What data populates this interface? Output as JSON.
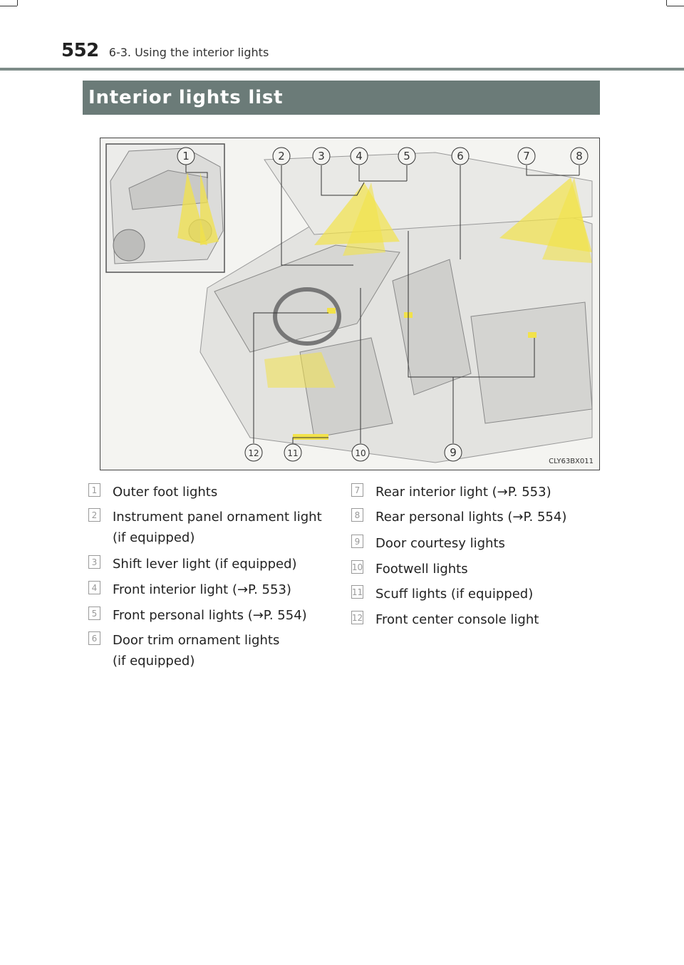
{
  "header": {
    "page_number": "552",
    "section": "6-3. Using the interior lights"
  },
  "banner": {
    "title": "Interior lights list"
  },
  "figure": {
    "code": "CLY63BX011",
    "callouts": [
      "1",
      "2",
      "3",
      "4",
      "5",
      "6",
      "7",
      "8",
      "9",
      "10",
      "11",
      "12"
    ]
  },
  "legend": [
    {
      "num": "1",
      "text": "Outer foot lights"
    },
    {
      "num": "2",
      "text": "Instrument panel ornament light\n(if equipped)"
    },
    {
      "num": "3",
      "text": "Shift lever light (if equipped)"
    },
    {
      "num": "4",
      "text": "Front interior light (→P. 553)"
    },
    {
      "num": "5",
      "text": "Front personal lights (→P. 554)"
    },
    {
      "num": "6",
      "text": "Door trim ornament lights\n(if equipped)"
    },
    {
      "num": "7",
      "text": "Rear interior light (→P. 553)"
    },
    {
      "num": "8",
      "text": "Rear personal lights (→P. 554)"
    },
    {
      "num": "9",
      "text": "Door courtesy lights"
    },
    {
      "num": "10",
      "text": "Footwell lights"
    },
    {
      "num": "11",
      "text": "Scuff lights (if equipped)"
    },
    {
      "num": "12",
      "text": "Front center console light"
    }
  ]
}
